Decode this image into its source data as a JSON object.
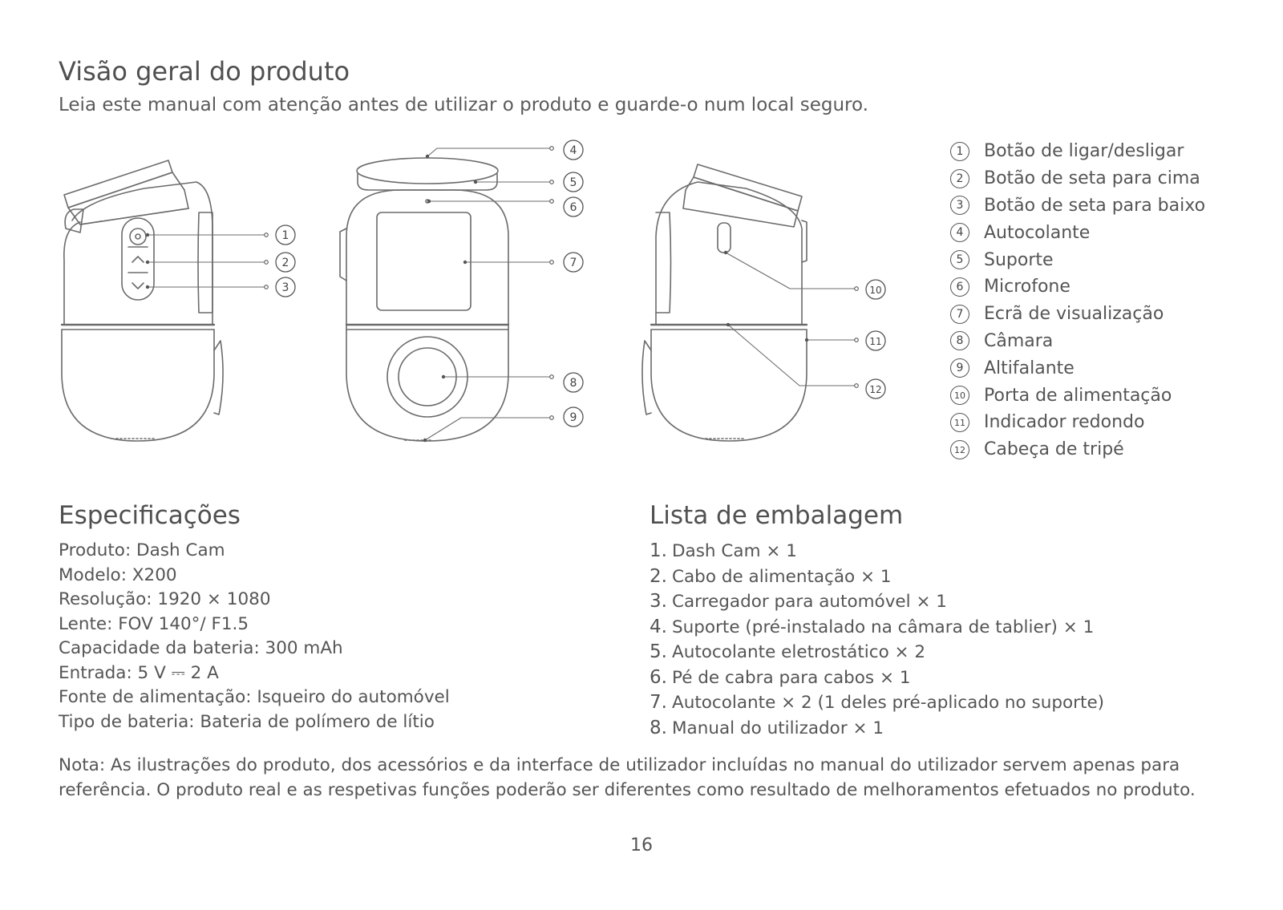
{
  "title": "Visão geral do produto",
  "subtitle": "Leia este manual com atenção antes de utilizar o produto e guarde-o num local seguro.",
  "callout_numbers": [
    "1",
    "2",
    "3",
    "4",
    "5",
    "6",
    "7",
    "8",
    "9",
    "10",
    "11",
    "12"
  ],
  "legend": [
    {
      "num": "1",
      "label": "Botão de ligar/desligar"
    },
    {
      "num": "2",
      "label": "Botão de seta para cima"
    },
    {
      "num": "3",
      "label": "Botão de seta para baixo"
    },
    {
      "num": "4",
      "label": "Autocolante"
    },
    {
      "num": "5",
      "label": "Suporte"
    },
    {
      "num": "6",
      "label": "Microfone"
    },
    {
      "num": "7",
      "label": "Ecrã de visualização"
    },
    {
      "num": "8",
      "label": "Câmara"
    },
    {
      "num": "9",
      "label": "Altifalante"
    },
    {
      "num": "10",
      "label": "Porta de alimentação"
    },
    {
      "num": "11",
      "label": "Indicador redondo"
    },
    {
      "num": "12",
      "label": "Cabeça de tripé"
    }
  ],
  "specs": {
    "title": "Especificações",
    "items": [
      "Produto: Dash Cam",
      "Modelo: X200",
      "Resolução: 1920 × 1080",
      "Lente: FOV 140°/ F1.5",
      "Capacidade da bateria: 300 mAh",
      "Entrada: 5 V ⎓ 2 A",
      "Fonte de alimentação: Isqueiro do automóvel",
      "Tipo de bateria: Bateria de polímero de lítio"
    ]
  },
  "packing": {
    "title": "Lista de embalagem",
    "items": [
      {
        "idx": "1.",
        "text": "Dash Cam × 1"
      },
      {
        "idx": "2.",
        "text": "Cabo de alimentação × 1"
      },
      {
        "idx": "3.",
        "text": "Carregador para automóvel × 1"
      },
      {
        "idx": "4.",
        "text": "Suporte (pré-instalado na câmara de tablier) × 1"
      },
      {
        "idx": "5.",
        "text": "Autocolante eletrostático × 2"
      },
      {
        "idx": "6.",
        "text": "Pé de cabra para cabos × 1"
      },
      {
        "idx": "7.",
        "text": "Autocolante × 2 (1 deles pré-aplicado no suporte)"
      },
      {
        "idx": "8.",
        "text": "Manual do utilizador × 1"
      }
    ]
  },
  "note": "Nota: As ilustrações do produto, dos acessórios e da interface de utilizador incluídas no manual do utilizador servem apenas para referência. O produto real e as respetivas funções poderão ser diferentes como resultado de melhoramentos efetuados no produto.",
  "page_number": "16"
}
